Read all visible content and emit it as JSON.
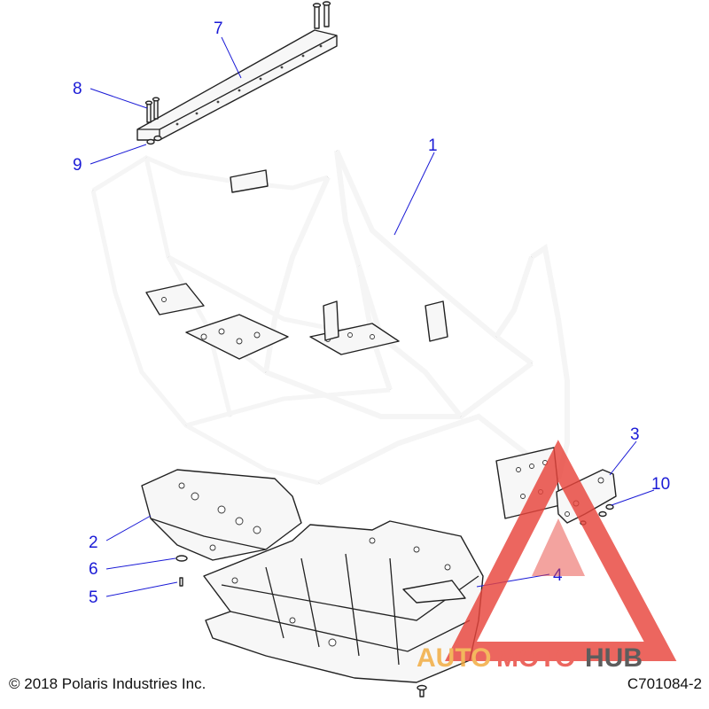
{
  "callouts": [
    "1",
    "2",
    "3",
    "4",
    "5",
    "6",
    "7",
    "8",
    "9",
    "10"
  ],
  "footer": {
    "copyright": "© 2018 Polaris Industries Inc.",
    "code": "C701084-2"
  },
  "watermark": {
    "text_left": "AUTO",
    "text_mid": "MOTO",
    "text_right": "HUB",
    "colors": {
      "triangle": "#e8453c",
      "auto": "#f2a93b",
      "moto": "#e8453c",
      "hub": "#3a3a3a"
    }
  },
  "colors": {
    "callout": "#1a1ad6",
    "line": "#222222"
  }
}
